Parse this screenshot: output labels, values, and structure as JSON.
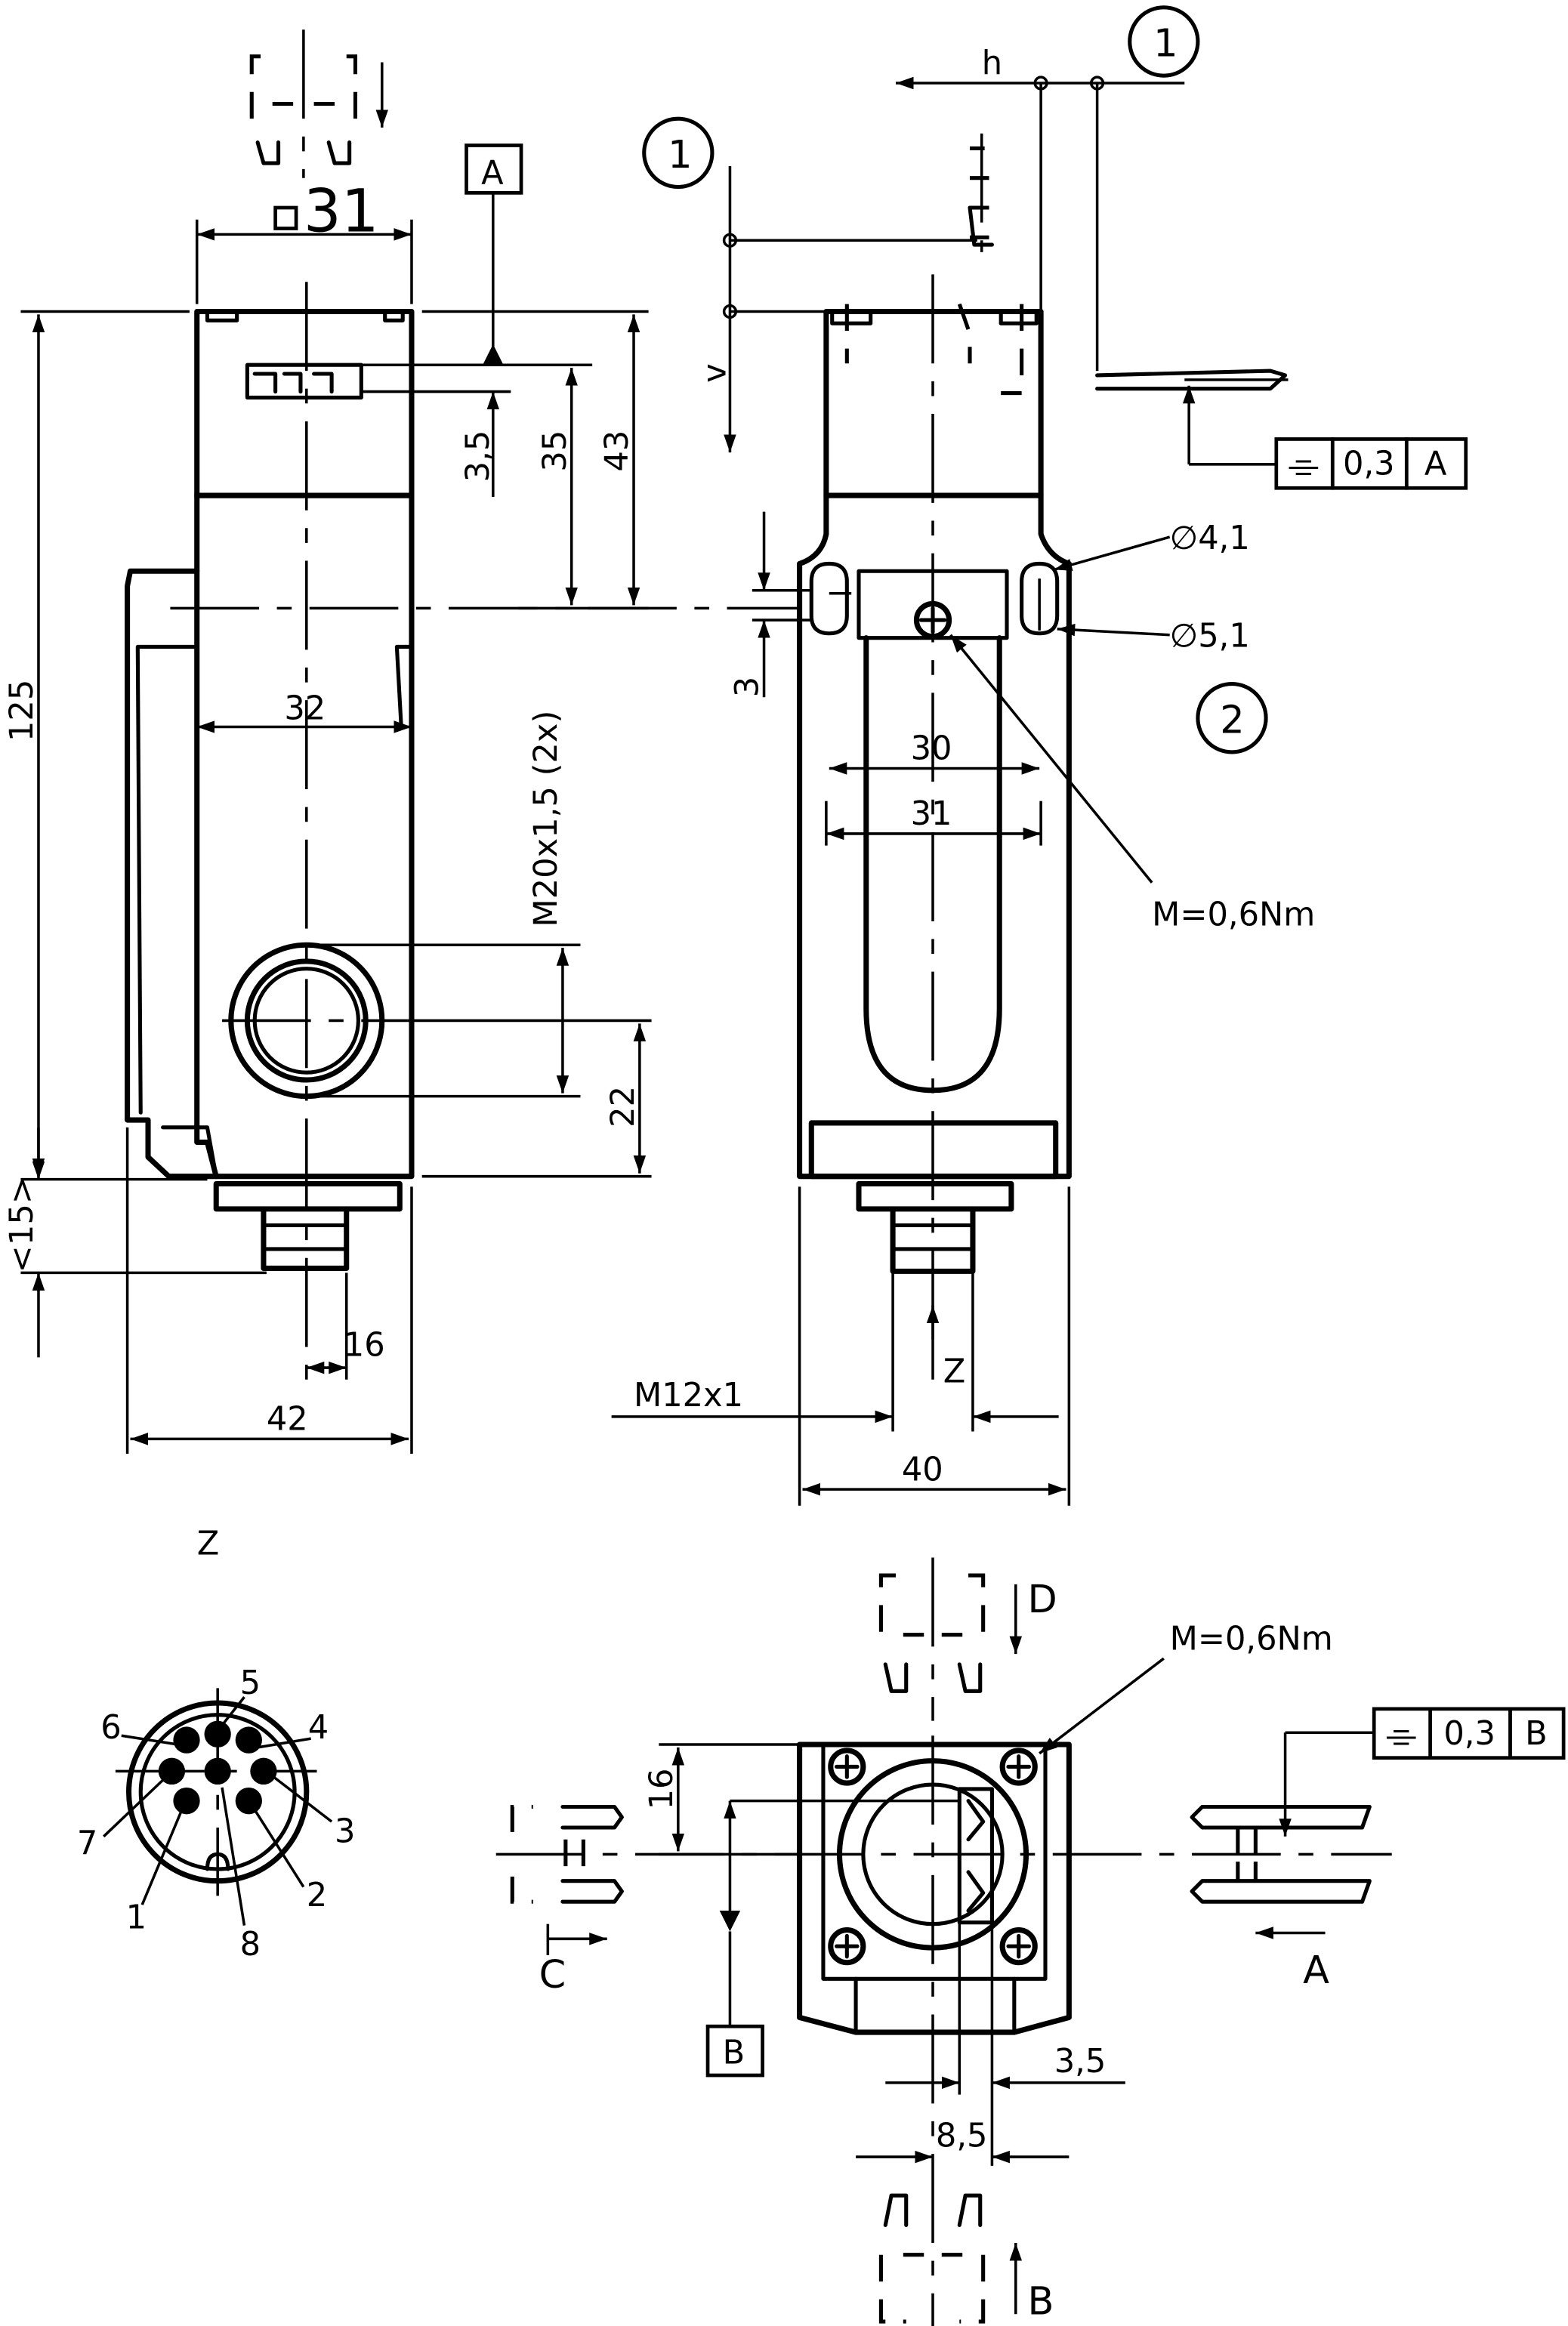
{
  "front_view": {
    "square_label": "31",
    "datum_a_label": "A",
    "dim_35": "3,5",
    "dim_35b": "35",
    "dim_43": "43",
    "dim_125": "125",
    "dim_32": "32",
    "thread_label": "M20x1,5  (2x)",
    "dim_22": "22",
    "dim_15": "<15>",
    "dim_16": "16",
    "dim_42": "42"
  },
  "side_view": {
    "callout_1_top": "1",
    "callout_1_left": "1",
    "callout_2": "2",
    "label_h": "h",
    "label_v": "v",
    "tol_symbol": "⌯",
    "tol_value": "0,3",
    "tol_datum": "A",
    "dia_41": "∅4,1",
    "dia_51": "∅5,1",
    "dim_3": "3",
    "dim_30": "30",
    "dim_31": "31",
    "torque": "M=0,6Nm",
    "connector_label": "M12x1",
    "view_z": "Z",
    "dim_40": "40"
  },
  "connector_view": {
    "title": "Z",
    "pins": [
      "1",
      "2",
      "3",
      "4",
      "5",
      "6",
      "7",
      "8"
    ]
  },
  "bottom_view": {
    "arrow_d": "D",
    "arrow_c": "C",
    "arrow_a": "A",
    "arrow_b": "B",
    "torque": "M=0,6Nm",
    "tol_symbol": "⌯",
    "tol_value": "0,3",
    "tol_datum": "B",
    "datum_b_label": "B",
    "dim_16": "16",
    "dim_35": "3,5",
    "dim_85": "8,5"
  }
}
